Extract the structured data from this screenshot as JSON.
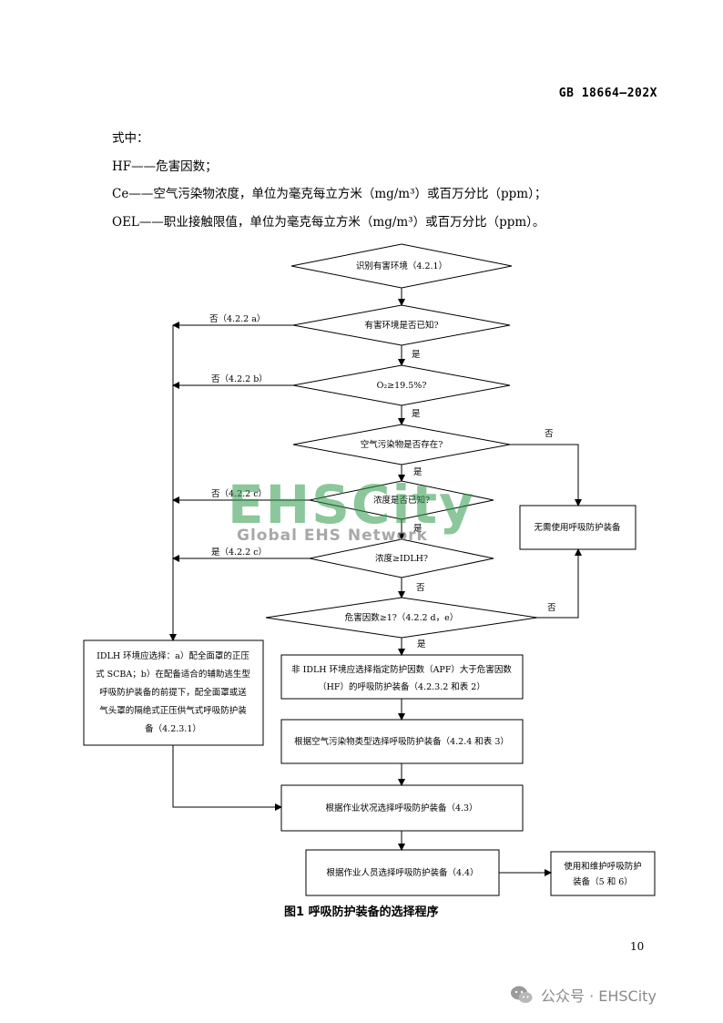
{
  "header": {
    "standard_no": "GB 18664—202X"
  },
  "body": {
    "lines": [
      "式中：",
      "HF——危害因数；",
      "Ce——空气污染物浓度，单位为毫克每立方米（mg/m³）或百万分比（ppm）；",
      "OEL——职业接触限值，单位为毫克每立方米（mg/m³）或百万分比（ppm）。"
    ]
  },
  "flowchart": {
    "d1": "识别有害环境（4.2.1）",
    "d2": "有害环境是否已知?",
    "d3": "O₂≥19.5%?",
    "d4": "空气污染物是否存在?",
    "d5": "浓度是否已知?",
    "d6": "浓度≥IDLH?",
    "d7": "危害因数≥1?（4.2.2 d，e）",
    "box_no_need": "无需使用呼吸防护装备",
    "box_idlh": [
      "IDLH 环境应选择：a）配全面罩的正压",
      "式 SCBA；b）在配备适合的辅助逃生型",
      "呼吸防护装备的前提下，配全面罩或送",
      "气头罩的隔绝式正压供气式呼吸防护装",
      "备（4.2.3.1）"
    ],
    "box_apf": [
      "非 IDLH 环境应选择指定防护因数（APF）大于危害因数",
      "（HF）的呼吸防护装备（4.2.3.2 和表 2）"
    ],
    "box_pollutant": "根据空气污染物类型选择呼吸防护装备（4.2.4 和表 3）",
    "box_work": "根据作业状况选择呼吸防护装备（4.3）",
    "box_person": "根据作业人员选择呼吸防护装备（4.4）",
    "box_use": [
      "使用和维护呼吸防护",
      "装备（5 和 6）"
    ],
    "lbl_no_a": "否（4.2.2 a）",
    "lbl_no_b": "否（4.2.2 b）",
    "lbl_no_c": "否（4.2.2 c）",
    "lbl_yes_c": "是（4.2.2 c）",
    "lbl_yes": "是",
    "lbl_no": "否"
  },
  "caption": "图1  呼吸防护装备的选择程序",
  "page_number": "10",
  "watermark": {
    "logo": "EHSCity",
    "sub": "Global EHS Network"
  },
  "footer": {
    "text": "公众号 · EHSCity"
  }
}
